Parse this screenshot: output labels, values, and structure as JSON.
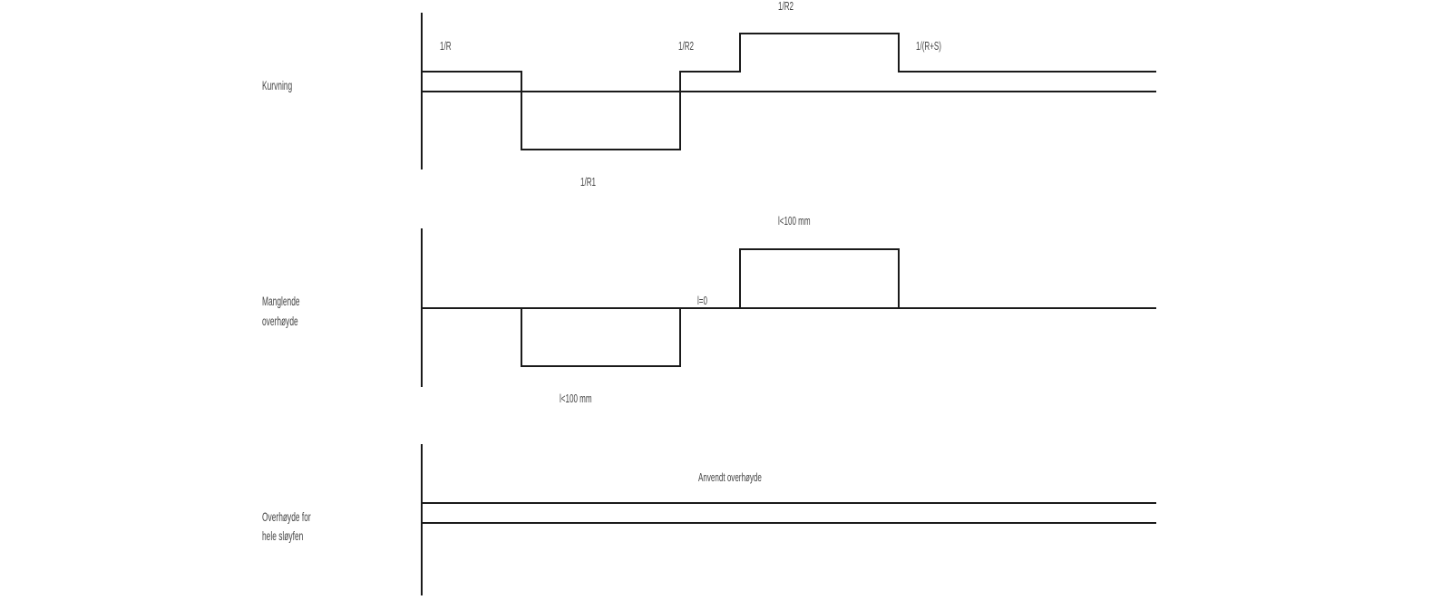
{
  "rows": [
    {
      "label": "Kurvning",
      "annotations": {
        "inv_r": "1/R",
        "inv_r1": "1/R1",
        "inv_r2_left": "1/R2",
        "inv_r2_top": "1/R2",
        "inv_r_plus_s": "1/(R+S)"
      }
    },
    {
      "label_line1": "Manglende",
      "label_line2": "overhøyde",
      "annotations": {
        "upper_limit": "l<100 mm",
        "zero": "l=0",
        "lower_limit": "l<100 mm"
      }
    },
    {
      "label_line1": "Overhøyde for",
      "label_line2": "hele sløyfen",
      "annotations": {
        "applied": "Anvendt overhøyde"
      }
    }
  ],
  "colors": {
    "line": "#1a1a1a",
    "text": "#444444",
    "background": "#ffffff"
  }
}
